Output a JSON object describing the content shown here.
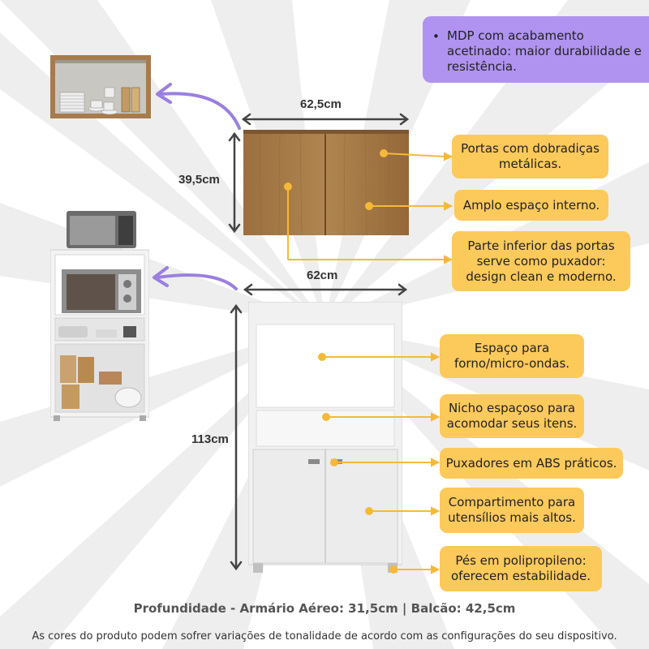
{
  "colors": {
    "callout_bg": "#fcc95b",
    "purple_bg": "#b093f0",
    "wood": "#a87b4c",
    "cabinet_white": "#f2f2f2",
    "arrow_purple": "#9a7fe0",
    "dot_yellow": "#f5b93a"
  },
  "material_note": "MDP com acabamento acetinado: maior durabilidade e resistência.",
  "dimensions": {
    "upper_width": "62,5cm",
    "upper_height": "39,5cm",
    "lower_width": "62cm",
    "lower_height": "113cm"
  },
  "callouts": [
    {
      "line1": "Portas com dobradiças",
      "line2": "metálicas.",
      "line3": ""
    },
    {
      "line1": "Amplo espaço interno.",
      "line2": "",
      "line3": ""
    },
    {
      "line1": "Parte inferior das portas",
      "line2": "serve como puxador:",
      "line3": "design clean e moderno."
    },
    {
      "line1": "Espaço para",
      "line2": "forno/micro-ondas.",
      "line3": ""
    },
    {
      "line1": "Nicho espaçoso para",
      "line2": "acomodar seus itens.",
      "line3": ""
    },
    {
      "line1": "Puxadores em ABS práticos.",
      "line2": "",
      "line3": ""
    },
    {
      "line1": "Compartimento para",
      "line2": "utensílios mais altos.",
      "line3": ""
    },
    {
      "line1": "Pés em polipropileno:",
      "line2": "oferecem estabilidade.",
      "line3": ""
    }
  ],
  "footer": {
    "depth": "Profundidade - Armário Aéreo: 31,5cm | Balcão: 42,5cm",
    "disclaimer": "As cores do produto podem sofrer variações de tonalidade de acordo com as configurações do seu dispositivo."
  }
}
